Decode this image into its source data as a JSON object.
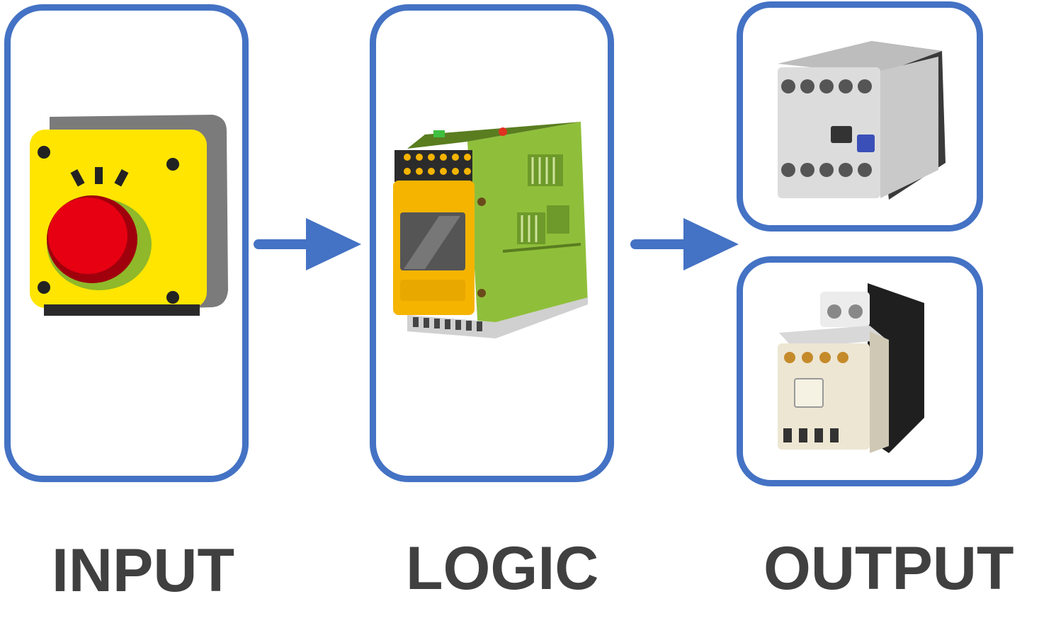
{
  "stages": {
    "input": {
      "label": "INPUT",
      "device_icon": "emergency-stop-button-icon"
    },
    "logic": {
      "label": "LOGIC",
      "device_icon": "safety-relay-module-icon"
    },
    "output": {
      "label": "OUTPUT",
      "device_icons": [
        "contactor-icon",
        "contactor-relay-icon"
      ]
    }
  },
  "flow": [
    "input",
    "logic",
    "output"
  ],
  "colors": {
    "box_border": "#4472c4",
    "arrow": "#4472c4",
    "label_text": "#404040",
    "button_housing": "#ffe500",
    "button_cap": "#e60012",
    "logic_body": "#8fbf3a",
    "logic_accent": "#f5b400"
  }
}
